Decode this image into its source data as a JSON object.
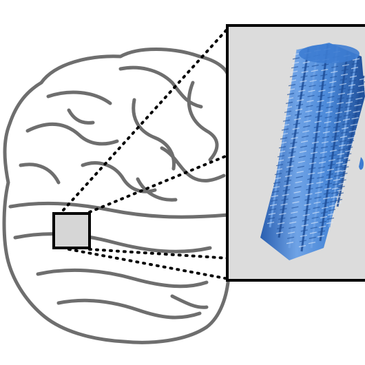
{
  "figure": {
    "subject": "brain",
    "region_marker": "small-square",
    "inset_content": "fibril-structure",
    "colors": {
      "background": "#ffffff",
      "brain_fill": "#ffffff",
      "brain_outline": "#6e6e6e",
      "region_fill": "#d6d6d6",
      "region_border": "#000000",
      "inset_fill": "#dcdcdc",
      "inset_border": "#000000",
      "connector": "#000000",
      "fibril_light": "#6fa3e6",
      "fibril_mid": "#3d7cd1",
      "fibril_dark": "#1f4f99"
    },
    "connector_style": "dotted"
  }
}
